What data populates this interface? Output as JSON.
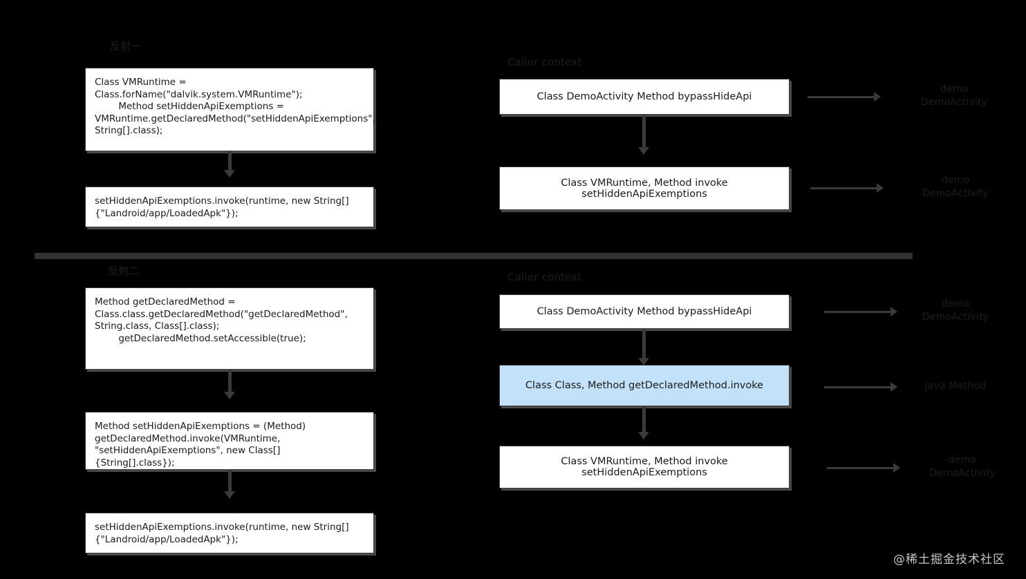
{
  "watermark": "@稀土掘金技术社区",
  "sections": [
    {
      "id": "section-one",
      "left_title": "反射一",
      "context_title": "Caller context",
      "code_boxes": [
        {
          "text": "Class VMRuntime =\nClass.forName(\"dalvik.system.VMRuntime\");\n        Method setHiddenApiExemptions =\nVMRuntime.getDeclaredMethod(\"setHiddenApiExemptions\",\nString[].class);"
        },
        {
          "text": "setHiddenApiExemptions.invoke(runtime, new String[]\n{\"Landroid/app/LoadedApk\"});"
        }
      ],
      "stack_frames": [
        {
          "text": "Class DemoActivity Method bypassHideApi",
          "highlight": false,
          "annotation": "demo\nDemoActivity"
        },
        {
          "text": "Class VMRuntime, Method invoke setHiddenApiExemptions",
          "highlight": false,
          "annotation": "demo\nDemoActivity"
        }
      ]
    },
    {
      "id": "section-two",
      "left_title": "反射二",
      "context_title": "Caller context",
      "code_boxes": [
        {
          "text": "Method getDeclaredMethod =\nClass.class.getDeclaredMethod(\"getDeclaredMethod\",\nString.class, Class[].class);\n        getDeclaredMethod.setAccessible(true);"
        },
        {
          "text": "Method setHiddenApiExemptions = (Method)\ngetDeclaredMethod.invoke(VMRuntime,\n\"setHiddenApiExemptions\", new Class[]\n{String[].class});"
        },
        {
          "text": "setHiddenApiExemptions.invoke(runtime, new String[]\n{\"Landroid/app/LoadedApk\"});"
        }
      ],
      "stack_frames": [
        {
          "text": "Class DemoActivity Method bypassHideApi",
          "highlight": false,
          "annotation": "demo\nDemoActivity"
        },
        {
          "text": "Class Class, Method getDeclaredMethod.invoke",
          "highlight": true,
          "annotation": "java Method"
        },
        {
          "text": "Class VMRuntime, Method invoke setHiddenApiExemptions",
          "highlight": false,
          "annotation": "demo\nDemoActivity"
        }
      ]
    }
  ],
  "colors": {
    "background": "#000000",
    "node_fill": "#ffffff",
    "node_highlight_fill": "#c3e2fa",
    "node_border": "#3b3b3b",
    "connector": "#3a3a3a",
    "dim_text": "#1d1d1d",
    "divider": "#333333"
  }
}
